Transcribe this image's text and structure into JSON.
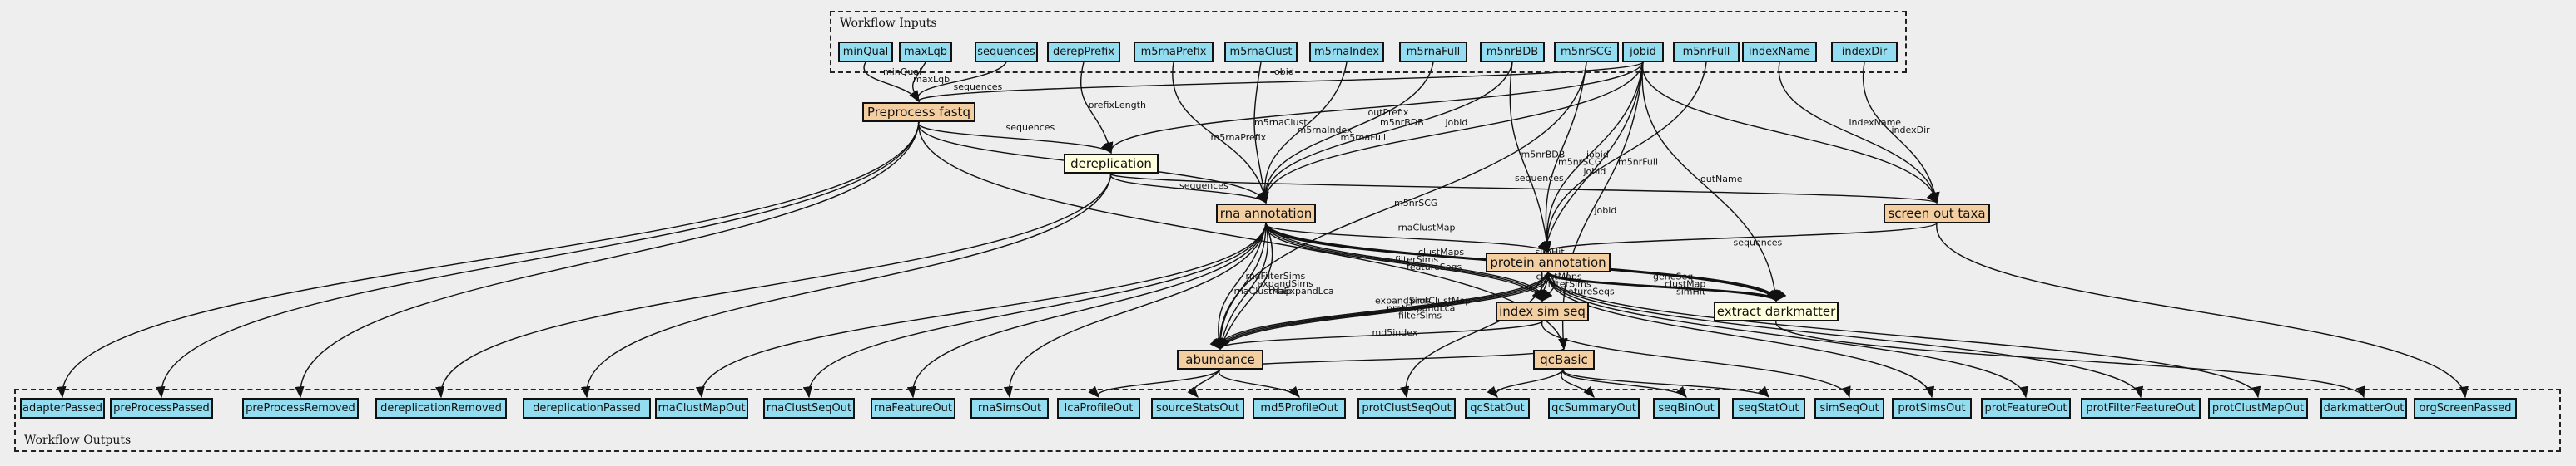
{
  "clusters": {
    "inputs_label": "Workflow Inputs",
    "outputs_label": "Workflow Outputs"
  },
  "colors": {
    "io_fill": "#94ddf0",
    "step_fill": "#f3cea1",
    "subworkflow_fill": "#ffffdd",
    "background": "#eeeeee",
    "stroke": "#111111"
  },
  "inputs": [
    "minQual",
    "maxLqb",
    "sequences",
    "derepPrefix",
    "m5rnaPrefix",
    "m5rnaClust",
    "m5rnaIndex",
    "m5rnaFull",
    "m5nrBDB",
    "m5nrSCG",
    "jobid",
    "m5nrFull",
    "indexName",
    "indexDir"
  ],
  "steps": {
    "preprocess": "Preprocess fastq",
    "dereplication": "dereplication",
    "rna_annotation": "rna annotation",
    "screen": "screen out taxa",
    "protein_annotation": "protein annotation",
    "index_sim_seq": "index sim seq",
    "extract_darkmatter": "extract darkmatter",
    "abundance": "abundance",
    "qcbasic": "qcBasic"
  },
  "outputs": [
    "adapterPassed",
    "preProcessPassed",
    "preProcessRemoved",
    "dereplicationRemoved",
    "dereplicationPassed",
    "rnaClustMapOut",
    "rnaClustSeqOut",
    "rnaFeatureOut",
    "rnaSimsOut",
    "lcaProfileOut",
    "sourceStatsOut",
    "md5ProfileOut",
    "protClustSeqOut",
    "qcStatOut",
    "qcSummaryOut",
    "seqBinOut",
    "seqStatOut",
    "simSeqOut",
    "protSimsOut",
    "protFeatureOut",
    "protFilterFeatureOut",
    "protClustMapOut",
    "darkmatterOut",
    "orgScreenPassed"
  ],
  "edge_labels": [
    "minQual",
    "maxLqb",
    "sequences",
    "jobid",
    "prefixLength",
    "outPrefix",
    "sequences",
    "sequences",
    "m5rnaPrefix",
    "m5rnaClust",
    "m5rnaIndex",
    "m5rnaFull",
    "m5nrBDB",
    "m5nrBDB",
    "m5nrSCG",
    "jobid",
    "jobid",
    "m5nrFull",
    "jobid",
    "outName",
    "jobid",
    "indexName",
    "indexDir",
    "sequences",
    "sequences",
    "sequences",
    "rnaClustMap",
    "rnaSims",
    "clustMap",
    "simHit",
    "filterSims",
    "featureSeqs",
    "clustMaps",
    "m5nrSCG",
    "rnaClustMap",
    "rnaFilterSims",
    "expandSims",
    "rnaExpandLca",
    "clustMaps",
    "filterSims",
    "featureSeqs",
    "geneSeq",
    "clustMap",
    "simHit",
    "expandSims",
    "protExpandLca",
    "filterSims",
    "protClustMap",
    "md5index"
  ]
}
